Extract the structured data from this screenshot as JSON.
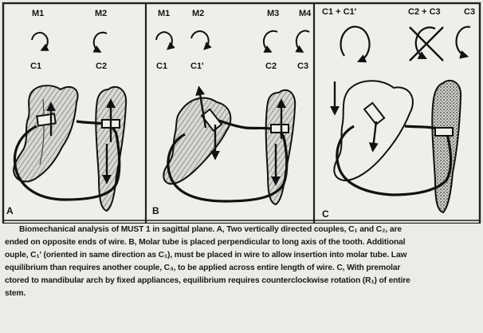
{
  "figure": {
    "panels": [
      {
        "label": "A",
        "top_labels": [
          "M1",
          "M2"
        ],
        "couple_labels": [
          "C1",
          "C2"
        ]
      },
      {
        "label": "B",
        "top_labels": [
          "M1",
          "M2",
          "M3",
          "M4"
        ],
        "couple_labels": [
          "C1",
          "C1'",
          "C2",
          "C3"
        ]
      },
      {
        "label": "C",
        "top_labels": [
          "C1 + C1'",
          "C2 + C3",
          "C3"
        ],
        "couple_labels": []
      }
    ]
  },
  "caption": {
    "lines": [
      "Biomechanical analysis of MUST 1 in sagittal plane. A, Two vertically directed couples, C₁ and C₂, are",
      "ended on opposite ends of wire. B, Molar tube is placed perpendicular to long axis of the tooth. Additional",
      "ouple, C₁' (oriented in same direction as C₁), must be placed in wire to allow insertion into molar tube. Law",
      "equilibrium than requires another couple, C₃, to be applied across entire length of wire. C, With premolar",
      "ctored to mandibular arch by fixed appliances, equilibrium requires counterclockwise rotation (R₁) of entire",
      "stem."
    ]
  }
}
